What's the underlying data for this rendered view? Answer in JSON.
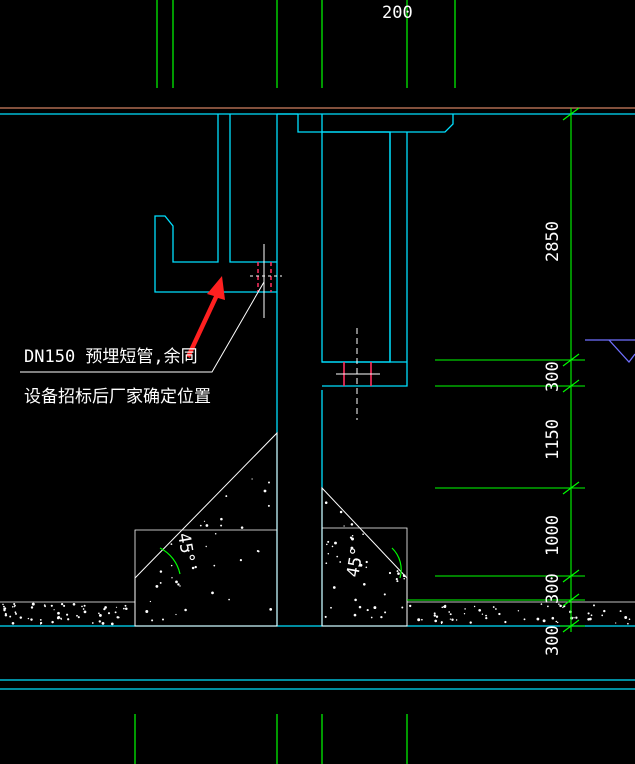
{
  "drawing": {
    "top_dimension": "200",
    "annotation": {
      "line1": "DN150  预埋短管,余同",
      "line2": "设备招标后厂家确定位置"
    },
    "angle_left": "45°",
    "angle_right": "45°",
    "dimensions": [
      "2850",
      "300",
      "1150",
      "1000",
      "300",
      "300"
    ]
  },
  "colors": {
    "structure": "#00e0ff",
    "dim_line": "#00ff00",
    "fill_line": "#ffffff",
    "marker": "#ff2020",
    "pipe": "#ff3060",
    "triangle": "#7070ff",
    "top_line": "#d08060"
  }
}
